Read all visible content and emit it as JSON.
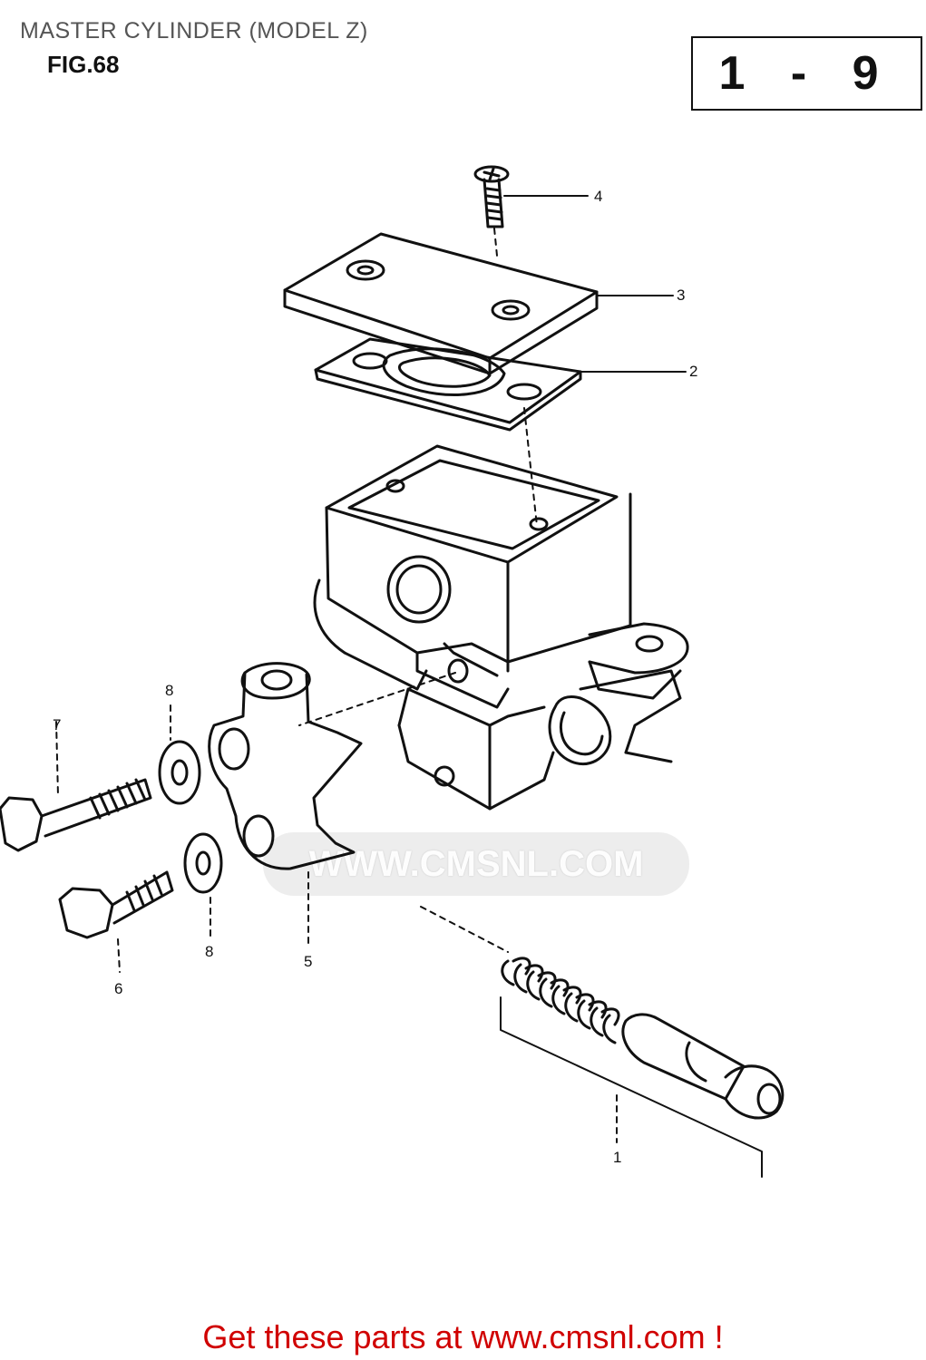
{
  "header": {
    "title": "MASTER CYLINDER (MODEL Z)",
    "figure": "FIG.68",
    "page_ref": "1 - 9"
  },
  "callouts": [
    "1",
    "2",
    "3",
    "4",
    "5",
    "6",
    "7",
    "8",
    "8"
  ],
  "parts": {
    "master_cylinder_body": "master cylinder body",
    "cover": "reservoir cover",
    "diaphragm": "diaphragm",
    "screw": "screw",
    "clamp": "clamp",
    "bolts": "bolts",
    "washers": "washers",
    "piston_set": "piston and spring set"
  },
  "watermark": {
    "text": "WWW.CMSNL.COM"
  },
  "footer": {
    "text": "Get these parts at www.cmsnl.com !"
  },
  "colors": {
    "line": "#111111",
    "footer": "#d00000",
    "title": "#555555"
  }
}
